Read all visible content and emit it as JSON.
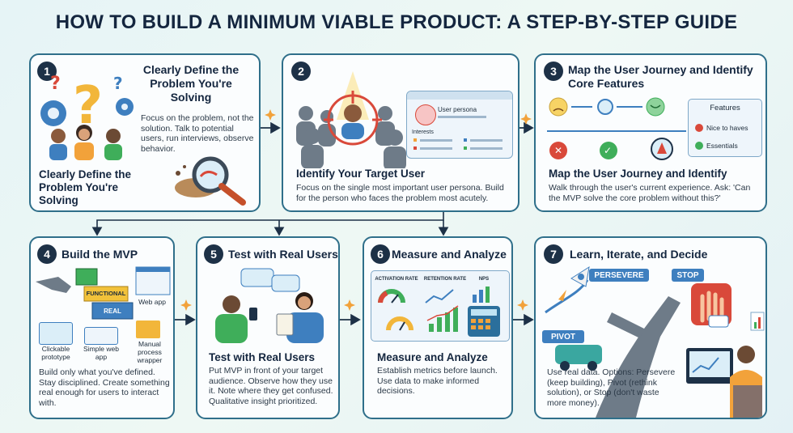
{
  "title": "HOW TO BUILD A MINIMUM VIABLE PRODUCT: A STEP-BY-STEP GUIDE",
  "steps": [
    {
      "number": "1",
      "heading": "Clearly Define the Problem You're Solving",
      "subheading": "Clearly Define the Problem You're Solving",
      "body": "Focus on the problem, not the solution. Talk to potential users, run interviews, observe behavior."
    },
    {
      "number": "2",
      "heading": "User persona",
      "interests_label": "Interests",
      "subheading": "Identify Your Target User",
      "body": "Focus on the single most important user persona. Build for the person who faces the problem most acutely."
    },
    {
      "number": "3",
      "heading": "Map the User Journey and Identify Core Features",
      "features_title": "Features",
      "feature_nice": "Nice to haves",
      "feature_essential": "Essentials",
      "subheading": "Map the User Journey and Identify",
      "body": "Walk through the user's current experience. Ask: 'Can the MVP solve the core problem without this?'"
    },
    {
      "number": "4",
      "heading": "Build the MVP",
      "block_functional": "FUNCTIONAL",
      "block_real": "REAL",
      "web_app": "Web app",
      "clickable_prototype": "Clickable prototype",
      "simple_web_app": "Simple web app",
      "manual_wrapper": "Manual process wrapper",
      "body": "Build only what you've defined. Stay disciplined. Create something real enough for users to interact with."
    },
    {
      "number": "5",
      "heading": "Test with Real Users",
      "subheading": "Test with Real Users",
      "body": "Put MVP in front of your target audience. Observe how they use it. Note where they get confused. Qualitative insight prioritized."
    },
    {
      "number": "6",
      "heading": "Measure and Analyze",
      "metric_activation": "ACTIVATION RATE",
      "metric_retention": "RETENTION RATE",
      "metric_nps": "NPS",
      "subheading": "Measure and Analyze",
      "body": "Establish metrics before launch. Use data to make informed decisions."
    },
    {
      "number": "7",
      "heading": "Learn, Iterate, and Decide",
      "sign_persevere": "PERSEVERE",
      "sign_stop": "STOP",
      "sign_pivot": "PIVOT",
      "body": "Use real data. Options: Persevere (keep building), Pivot (rethink solution), or Stop (don't waste more money)."
    }
  ],
  "colors": {
    "border": "#2f6f8a",
    "navy": "#1d3147",
    "orange": "#f2a23a",
    "green": "#3fae5a",
    "red": "#d9493a",
    "blue": "#4a90c8"
  }
}
